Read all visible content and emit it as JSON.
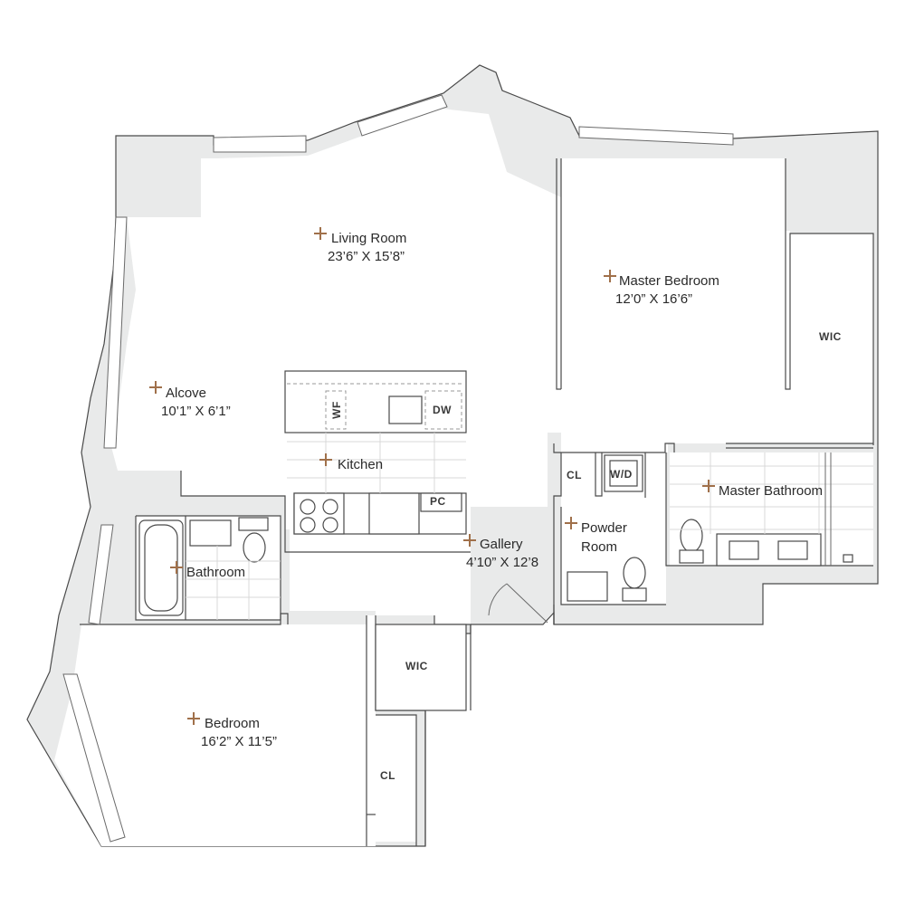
{
  "rooms": {
    "living_room": {
      "name": "Living Room",
      "dims": "23’6” X 15’8”"
    },
    "master_bedroom": {
      "name": "Master Bedroom",
      "dims": "12’0” X 16’6”"
    },
    "alcove": {
      "name": "Alcove",
      "dims": "10’1” X 6’1”"
    },
    "kitchen": {
      "name": "Kitchen"
    },
    "master_bathroom": {
      "name": "Master Bathroom"
    },
    "powder_room": {
      "name_line1": "Powder",
      "name_line2": "Room"
    },
    "gallery": {
      "name": "Gallery",
      "dims": "4’10” X 12’8"
    },
    "bathroom": {
      "name": "Bathroom"
    },
    "bedroom": {
      "name": "Bedroom",
      "dims": "16’2” X 11’5”"
    }
  },
  "fixtures": {
    "wic_master": "WIC",
    "wic_hall": "WIC",
    "cl_hall": "CL",
    "cl_bedroom": "CL",
    "washer_dryer": "W/D",
    "pantry": "PC",
    "dishwasher": "DW",
    "wine_fridge": "WF"
  },
  "colors": {
    "wall_fill": "#e9eaea",
    "wall_stroke": "#4a4a4a",
    "marker": "#a0704a"
  }
}
